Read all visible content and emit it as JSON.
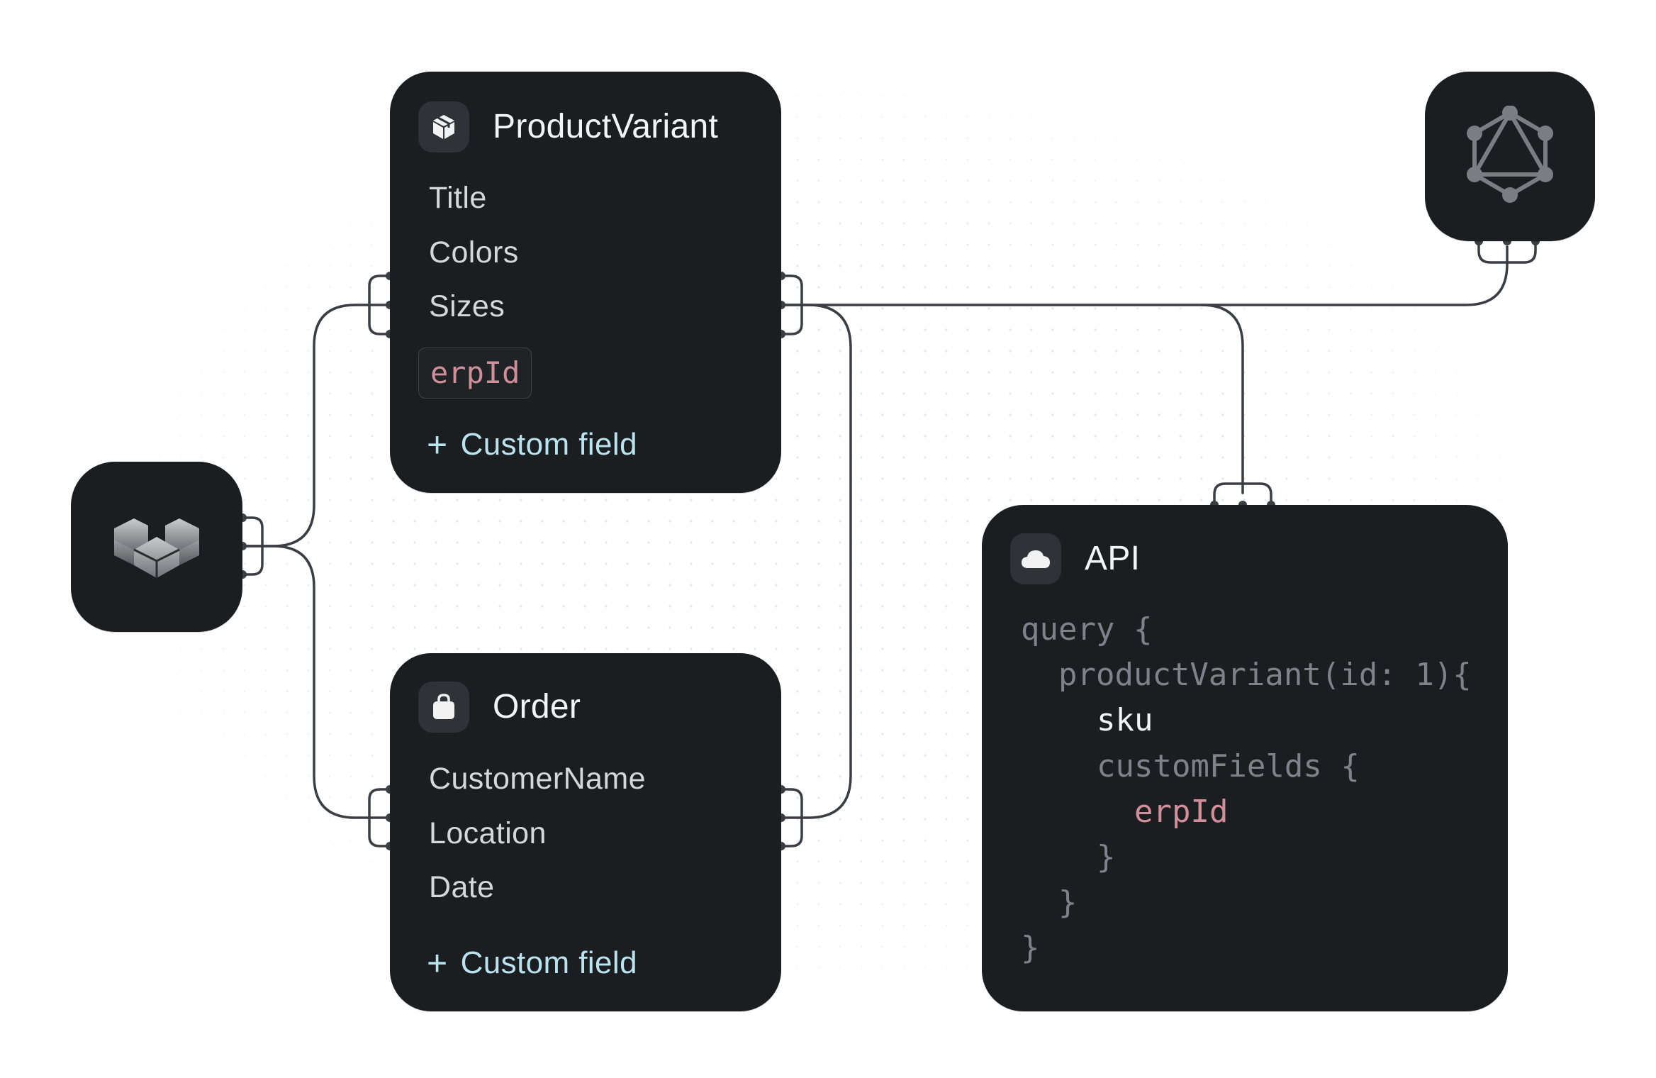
{
  "canvas": {
    "background": "#ffffff",
    "card_color": "#1b1e21",
    "wire_color": "#3a3d41",
    "accent_pink": "#d38f99",
    "accent_blue": "#b9e3ef"
  },
  "source_node": {
    "icon": "cube-stack-icon"
  },
  "graphql_node": {
    "icon": "graphql-icon"
  },
  "product_variant": {
    "icon": "box-icon",
    "title": "ProductVariant",
    "fields": [
      "Title",
      "Colors",
      "Sizes"
    ],
    "highlighted_field": "erpId",
    "add_label": "Custom field",
    "add_icon": "plus-icon"
  },
  "order": {
    "icon": "shopping-bag-icon",
    "title": "Order",
    "fields": [
      "CustomerName",
      "Location",
      "Date"
    ],
    "add_label": "Custom field",
    "add_icon": "plus-icon"
  },
  "api": {
    "icon": "cloud-icon",
    "title": "API",
    "code": [
      {
        "text": "query {",
        "indent": 0,
        "style": "muted"
      },
      {
        "text": "productVariant(id: 1){",
        "indent": 1,
        "style": "muted"
      },
      {
        "text": "sku",
        "indent": 2,
        "style": "bright"
      },
      {
        "text": "customFields {",
        "indent": 2,
        "style": "muted"
      },
      {
        "text": "erpId",
        "indent": 3,
        "style": "pink"
      },
      {
        "text": "}",
        "indent": 2,
        "style": "muted"
      },
      {
        "text": "}",
        "indent": 1,
        "style": "muted"
      },
      {
        "text": "}",
        "indent": 0,
        "style": "muted"
      }
    ]
  }
}
